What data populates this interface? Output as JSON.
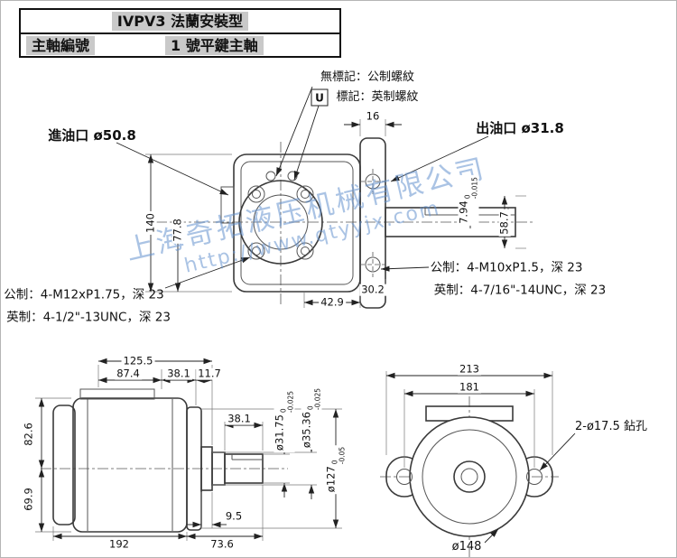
{
  "header": {
    "title": "IVPV3 法蘭安裝型",
    "shaft_label": "主軸編號",
    "shaft_value": "1 號平鍵主軸"
  },
  "notes": {
    "no_mark": "無標記：公制螺紋",
    "u_mark_letter": "U",
    "u_mark_text": "標記：英制螺紋"
  },
  "ports": {
    "inlet": "進油口 ø50.8",
    "outlet": "出油口 ø31.8"
  },
  "threads": {
    "left_metric": "公制：4-M12xP1.75，深 23",
    "left_imperial": "英制：4-1/2\"-13UNC，深 23",
    "right_metric": "公制：4-M10xP1.5，深 23",
    "right_imperial": "英制：4-7/16\"-14UNC，深 23"
  },
  "front_dims": {
    "d16": "16",
    "d140": "140",
    "d77_8": "77.8",
    "d42_9": "42.9",
    "d30_2": "30.2",
    "d7_94": "7.94",
    "d7_94_tol_upper": "0",
    "d7_94_tol_lower": "-0.015",
    "d58_7": "58.7"
  },
  "side_dims": {
    "d125_5": "125.5",
    "d87_4": "87.4",
    "d38_1_top": "38.1",
    "d11_7": "11.7",
    "d82_6": "82.6",
    "d69_9": "69.9",
    "d38_1_shaft": "38.1",
    "d31_75": "ø31.75",
    "d31_75_tol_upper": "0",
    "d31_75_tol_lower": "-0.025",
    "d35_36": "ø35.36",
    "d35_36_tol_upper": "0",
    "d35_36_tol_lower": "-0.025",
    "d127": "ø127",
    "d127_tol_upper": "0",
    "d127_tol_lower": "-0.05",
    "d9_5": "9.5",
    "d192": "192",
    "d73_6": "73.6"
  },
  "flange_dims": {
    "d213": "213",
    "d181": "181",
    "holes": "2-ø17.5 鉆孔",
    "d148": "ø148"
  },
  "watermark": {
    "company": "上海奇拓液压机械有限公司",
    "url": "http://www.qtyyjx.com"
  }
}
